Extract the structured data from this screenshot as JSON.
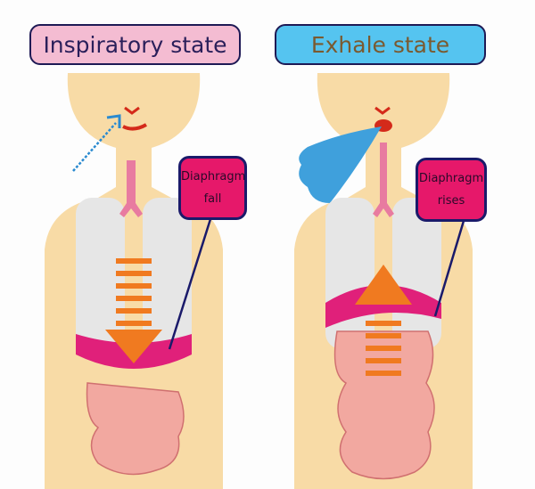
{
  "left_panel": {
    "title": "Inspiratory state",
    "callout_line1": "Diaphragm",
    "callout_line2": "fall"
  },
  "right_panel": {
    "title": "Exhale state",
    "callout_line1": "Diaphragm",
    "callout_line2": "rises"
  },
  "colors": {
    "skin": "#f8dba6",
    "diaphragm": "#e0207a",
    "arrow": "#f07a20",
    "lungs": "#e6e6e6",
    "intestine": "#f2a8a0",
    "trachea": "#e87ba0",
    "breath": "#3fa0dc"
  }
}
